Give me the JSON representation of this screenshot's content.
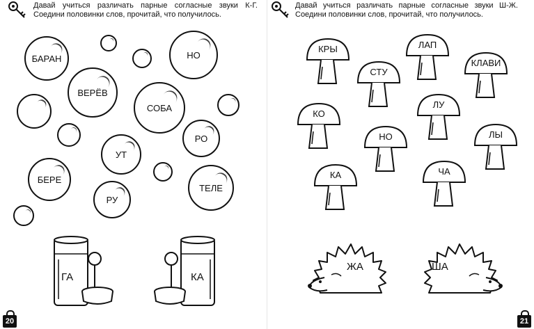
{
  "left_page": {
    "instruction": "Давай учиться различать парные согласные звуки К-Г. Соедини половинки слов, прочитай, что получилось.",
    "bubbles": [
      "БАРАН",
      "НО",
      "ВЕРЁВ",
      "СОБА",
      "УТ",
      "РО",
      "БЕРЕ",
      "РУ",
      "ТЕЛЕ"
    ],
    "jars": [
      "ГА",
      "КА"
    ],
    "page_number": "20"
  },
  "right_page": {
    "instruction": "Давай учиться различать парные согласные звуки Ш-Ж. Соедини половинки слов, прочитай, что получилось.",
    "mushrooms": [
      "КРЫ",
      "ЛАП",
      "СТУ",
      "КЛАВИ",
      "КО",
      "ЛУ",
      "НО",
      "ЛЫ",
      "КА",
      "ЧА"
    ],
    "hedgehogs": [
      "ЖА",
      "ША"
    ],
    "page_number": "21"
  },
  "icons": [
    "key-icon",
    "lock-icon"
  ]
}
